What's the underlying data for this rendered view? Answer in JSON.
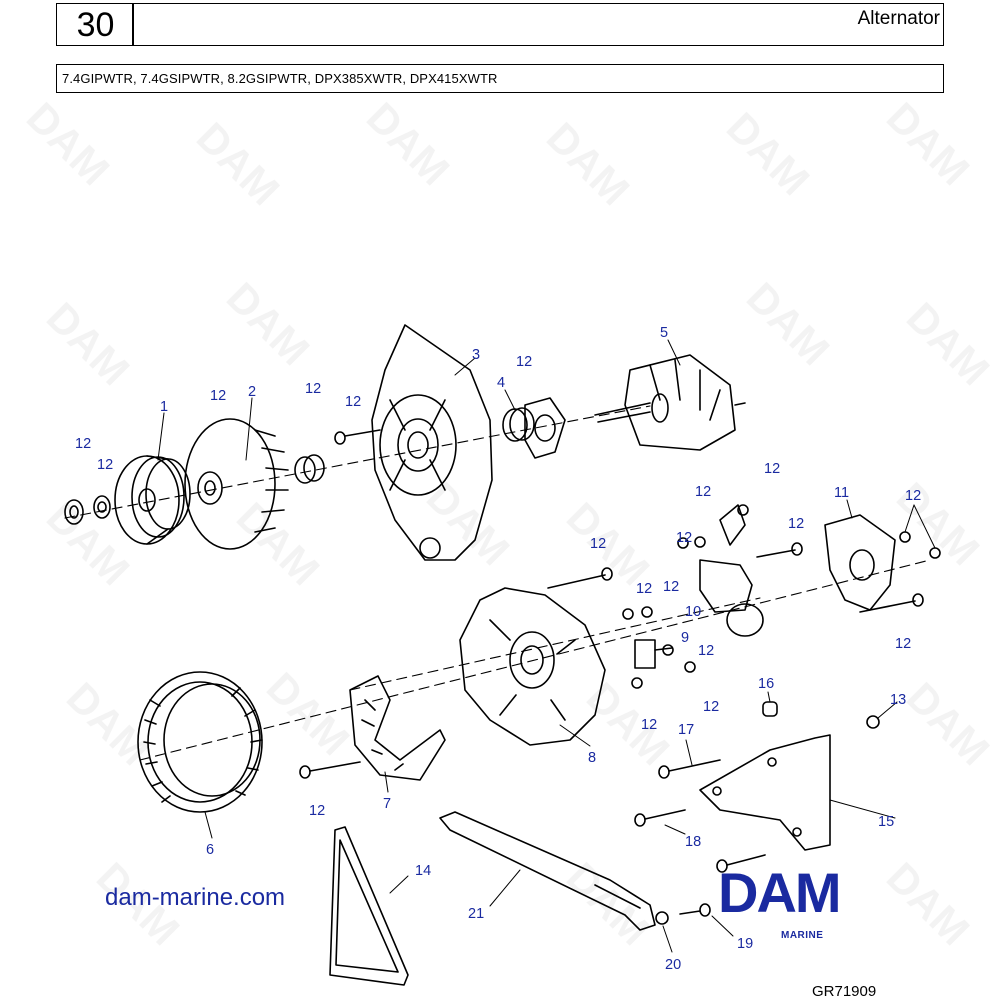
{
  "header": {
    "section_number": "30",
    "title": "Alternator",
    "models": "7.4GIPWTR, 7.4GSIPWTR, 8.2GSIPWTR, DPX385XWTR, DPX415XWTR"
  },
  "watermark": "DAM",
  "callouts": [
    "1",
    "2",
    "3",
    "4",
    "5",
    "6",
    "7",
    "8",
    "9",
    "10",
    "11",
    "12",
    "13",
    "14",
    "15",
    "16",
    "17",
    "18",
    "19",
    "20",
    "21"
  ],
  "footer": {
    "website": "dam-marine.com",
    "logo_text": "DAM",
    "logo_subtext": "MARINE",
    "figure_code": "GR71909"
  },
  "colors": {
    "callout": "#1a2aa0",
    "logo": "#1a2aa0",
    "line_art": "#000000"
  }
}
